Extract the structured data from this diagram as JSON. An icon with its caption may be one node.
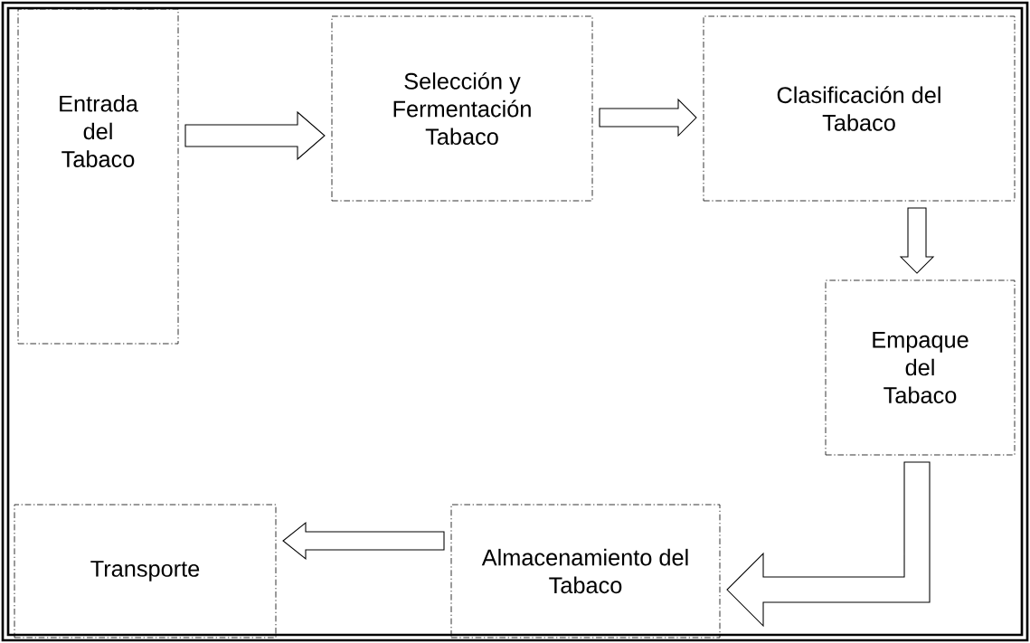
{
  "diagram": {
    "nodes": [
      {
        "text": [
          "Entrada del Tabaco"
        ]
      },
      {
        "text": [
          "Selección y Fermentación Tabaco"
        ]
      },
      {
        "text": [
          "Clasificación del Tabaco"
        ]
      },
      {
        "text": [
          "Empaque del Tabaco"
        ]
      },
      {
        "text": [
          "Almacenamiento del Tabaco"
        ]
      },
      {
        "text": [
          "Transporte"
        ]
      }
    ],
    "edges": [
      {
        "from": 0,
        "to": 1,
        "arrow": "to"
      },
      {
        "from": 1,
        "to": 2,
        "arrow": "to"
      },
      {
        "from": 2,
        "to": 3,
        "arrow": "to"
      },
      {
        "from": 3,
        "to": 4,
        "arrow": "to"
      },
      {
        "from": 4,
        "to": 5,
        "arrow": "to"
      }
    ]
  }
}
